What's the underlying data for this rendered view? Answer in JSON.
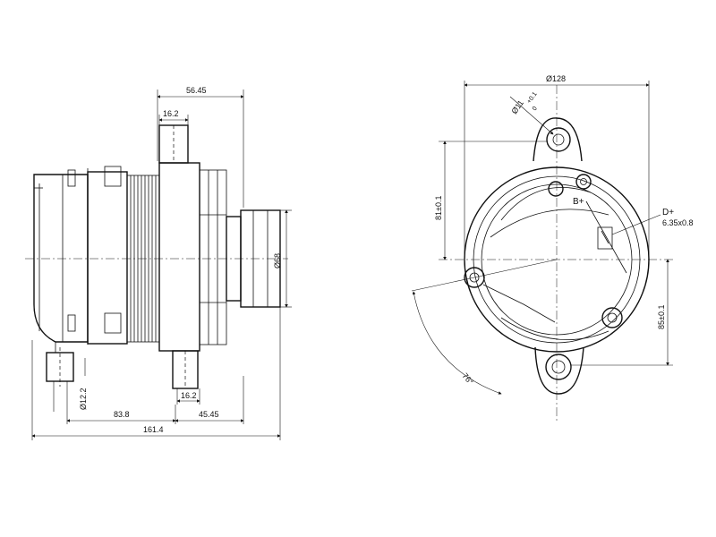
{
  "side_view": {
    "dim_top_total": "56.45",
    "dim_mount_ear_top": "16.2",
    "dim_pulley_diameter": "Ø68",
    "dim_bore": "Ø12.2",
    "dim_mount_ear_bottom": "16.2",
    "dim_body": "83.8",
    "dim_front": "45.45",
    "dim_overall_length": "161.4"
  },
  "front_view": {
    "dim_overall_diameter": "Ø128",
    "dim_top_hole": "Ø11 +0.1 / 0",
    "dim_top_hole_main": "Ø11",
    "dim_top_hole_upper": "+0.1",
    "dim_top_hole_lower": "0",
    "dim_upper_height": "81±0.1",
    "dim_lower_height": "85±0.1",
    "dim_angle": "76°",
    "terminal_b_plus": "B+",
    "terminal_d_plus": "D+",
    "terminal_d_plus_size": "6.35x0.8"
  }
}
